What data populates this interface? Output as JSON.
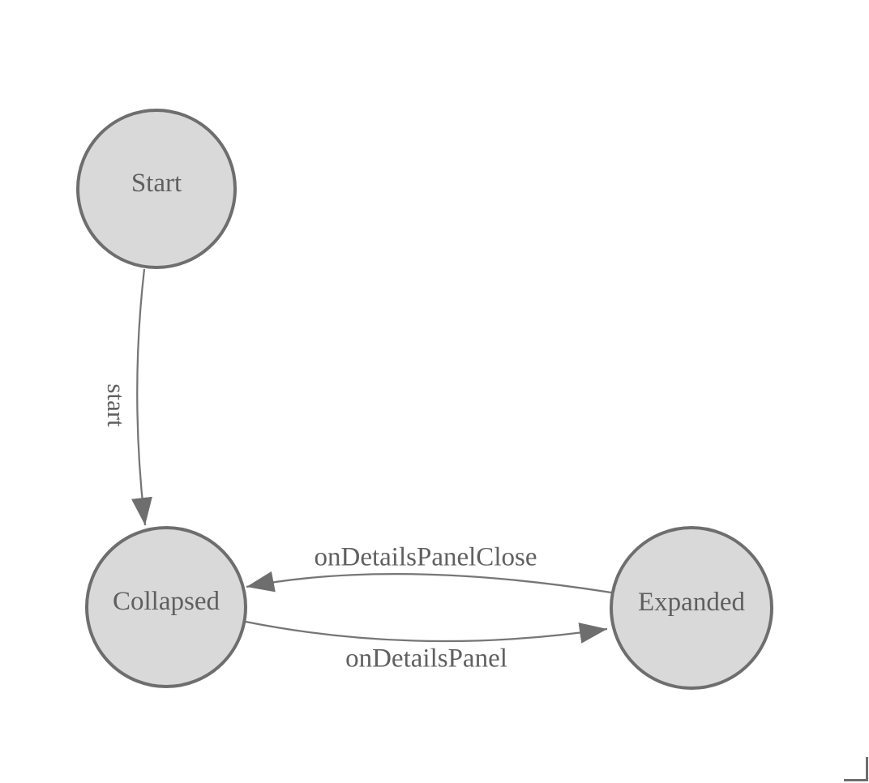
{
  "diagram": {
    "kind": "state-machine",
    "background_color": "#ffffff",
    "colors": {
      "node_fill": "#d9d9d9",
      "node_border": "#6e6e6e",
      "edge_stroke": "#767676",
      "arrowhead_fill": "#6e6e6e",
      "label_text": "#5f5f5f"
    },
    "states": [
      {
        "id": "start",
        "label": "Start"
      },
      {
        "id": "collapsed",
        "label": "Collapsed"
      },
      {
        "id": "expanded",
        "label": "Expanded"
      }
    ],
    "transitions": [
      {
        "from": "Start",
        "to": "Collapsed",
        "label": "start",
        "label_rotation_deg": 90
      },
      {
        "from": "Expanded",
        "to": "Collapsed",
        "label": "onDetailsPanelClose"
      },
      {
        "from": "Collapsed",
        "to": "Expanded",
        "label": "onDetailsPanel"
      }
    ],
    "page_corner_mark": {
      "position": "bottom-right",
      "color": "#6e6e6e"
    }
  }
}
